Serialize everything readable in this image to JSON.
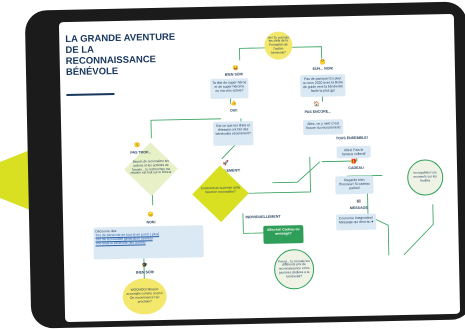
{
  "title": "LA GRANDE AVENTURE DE LA RECONNAISSANCE BÉNÉVOLE",
  "start": {
    "text": "Hé! Tu connais les clefs de la Formation de l'action bénévole?"
  },
  "answers": {
    "yes_top": "BIEN SÛR!",
    "no_top": "EUH... NON!",
    "yes_mid": "OUI!",
    "no_mid": "PAS ENCORE...",
    "too_much": "PAS TROP...",
    "very": "TELLEMENT!",
    "no_low": "NON!",
    "yes_low": "BIEN SÛR!"
  },
  "boxes": {
    "q_superstar": "Ta tête de super-héros et de super-héroïne ou ma voix active?",
    "formation": "Pas de panique! En peut ou mon 2020 avec la Boîte de guide vers la bénévolat facile la plus gp!",
    "q_good": "Est-ce que tes têtes et têtesses ont fait des bénévoles récemment?",
    "allez": "Allez, on y met! C'est l'heure du recrutement!",
    "scroll": "Besoin de reconnaître tes actions et les activités de l'année... tu recherches ma relation est tout sur le ficheur",
    "find": "Découvre des:",
    "links": [
      "Trio de bénévole en tout et en pont! ( plus)",
      "Trio de la nouvelle génération (autres)",
      "Trio sous le bénévole (les autres)"
    ],
    "individual": "Allez-toi! Cadeau ou message?",
    "wow": "WOOHOO! Mission accomplie comme un pro! On recommence l'an prochain?",
    "q_diamond": "Comment as-tu pensé qu'ils l'aient te reconnaître?",
    "together_box": "Allez! Fais le fameux collectif",
    "gift_box": "Regarde bien l'honneur! Si cadeau parfait!",
    "message_box": "Couronne Imagination! Message qui dent au ♥",
    "final_circle": "Incroyables! Les moments sur les feuilles",
    "hmm_circle": "Prend... tu connais les différents prix de reconnaissance et les journées dédiées à la bénévolat?"
  },
  "labels": {
    "together": "TOUS ENSEMBLE!",
    "individual": "INDIVIDUELLEMENT",
    "gift": "CADEAU",
    "message": "MESSAGE"
  },
  "colors": {
    "green": "#2f9e58",
    "yellow": "#d9e021",
    "navy": "#18375c",
    "lightblue": "#dbe9f5"
  }
}
